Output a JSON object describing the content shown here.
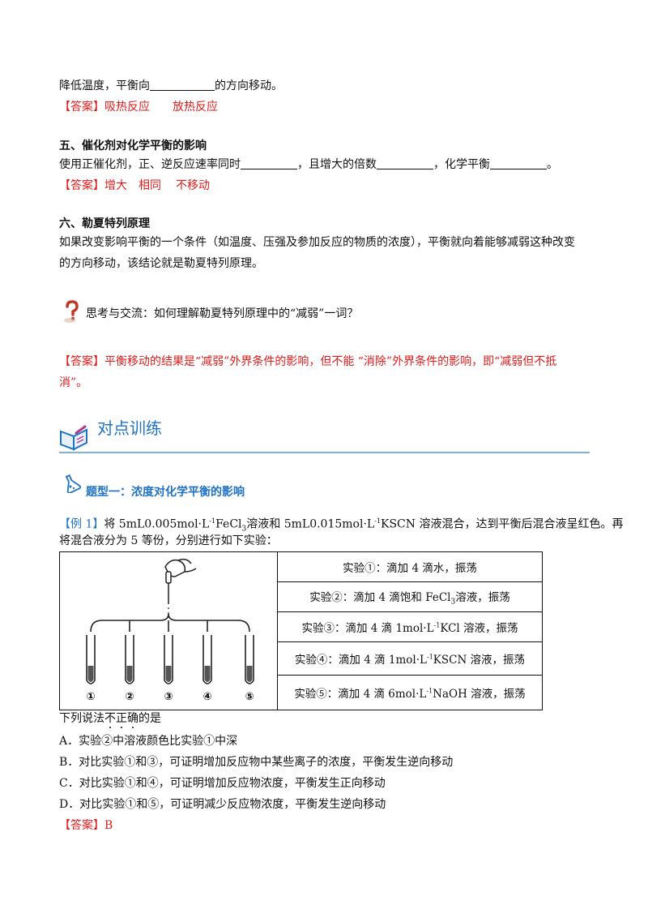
{
  "sec4": {
    "line_before": "降低温度，平衡向",
    "line_after": "的方向移动。",
    "answer_tag": "【答案】",
    "answer_1": "吸热反应",
    "answer_2": "放热反应"
  },
  "sec5": {
    "title": "五、催化剂对化学平衡的影响",
    "part1": "使用正催化剂，正、逆反应速率同时",
    "part2": "，且增大的倍数",
    "part3": "，化学平衡",
    "part4": "。",
    "answer_tag": "【答案】",
    "answer_1": "增大",
    "answer_2": "相同",
    "answer_3": "不移动"
  },
  "sec6": {
    "title": "六、勒夏特列原理",
    "line1": "如果改变影响平衡的一个条件（如温度、压强及参加反应的物质的浓度），平衡就向着能够减弱这种改变",
    "line2": "的方向移动，该结论就是勒夏特列原理。"
  },
  "think": {
    "text": "思考与交流：如何理解勒夏特列原理中的“减弱”一词？",
    "answer_line1": "【答案】平衡移动的结果是“减弱”外界条件的影响，但不能 “消除”外界条件的影响，即“减弱但不抵",
    "answer_line2": "消”。"
  },
  "training": {
    "title": "对点训练"
  },
  "type1": {
    "title": "题型一：浓度对化学平衡的影响"
  },
  "example": {
    "tag": "【例 1】",
    "t1": "将 5mL0.005mol·L",
    "t2": "-1",
    "t3": "FeCl",
    "t4": "3",
    "t5": "溶液和 5mL0.015mol·L",
    "t6": "-1",
    "t7": "KSCN 溶液混合，达到平衡后混合液呈红色。再",
    "line2": "将混合液分为 5 等份，分别进行如下实验："
  },
  "experiments": [
    {
      "a": "实验①：滴加 4 滴水，振荡",
      "sup": "",
      "sub": "",
      "b": ""
    },
    {
      "a": "实验②：滴加 4 滴饱和 FeCl",
      "sup": "",
      "sub": "3",
      "b": "溶液，振荡"
    },
    {
      "a": "实验③：滴加 4 滴 1mol·L",
      "sup": "-1",
      "sub": "",
      "b": "KCl 溶液，振荡"
    },
    {
      "a": "实验④：滴加 4 滴 1mol·L",
      "sup": "-1",
      "sub": "",
      "b": "KSCN 溶液，振荡"
    },
    {
      "a": "实验⑤：滴加 4 滴 6mol·L",
      "sup": "-1",
      "sub": "",
      "b": "NaOH 溶液，振荡"
    }
  ],
  "tube_labels": [
    "①",
    "②",
    "③",
    "④",
    "⑤"
  ],
  "question": {
    "pre": "下列说法",
    "not": "不正确",
    "post": "的是"
  },
  "options": [
    "A．实验②中溶液颜色比实验①中深",
    "B．对比实验①和③，可证明增加反应物中某些离子的浓度，平衡发生逆向移动",
    "C．对比实验①和④，可证明增加反应物浓度，平衡发生正向移动",
    "D．对比实验①和⑤，可证明减少反应物浓度，平衡发生逆向移动"
  ],
  "final_answer": {
    "tag": "【答案】",
    "value": "B"
  },
  "colors": {
    "answer_red": "#e21b1b",
    "heading_blue": "#1f72c4",
    "rule_blue": "#7fb2e0"
  }
}
